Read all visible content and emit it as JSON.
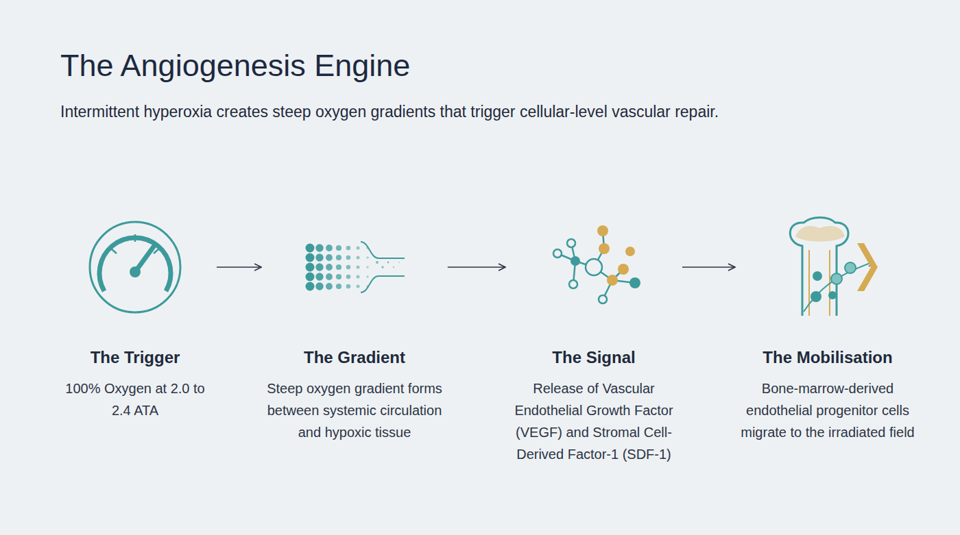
{
  "diagram": {
    "title": "The Angiogenesis Engine",
    "caption": "Intermittent hyperoxia creates steep oxygen gradients that trigger cellular-level vascular repair.",
    "nodes": [
      {
        "text": [
          "The Trigger",
          "100% Oxygen at 2.0 to 2.4 ATA"
        ]
      },
      {
        "text": [
          "The Gradient",
          "Steep oxygen gradient forms between systemic circulation and hypoxic tissue"
        ]
      },
      {
        "text": [
          "The Signal",
          "Release of Vascular Endothelial Growth Factor (VEGF) and Stromal Cell-Derived Factor-1 (SDF-1)"
        ]
      },
      {
        "text": [
          "The Mobilisation",
          "Bone-marrow-derived endothelial progenitor cells migrate to the irradiated field"
        ]
      }
    ],
    "edges": [
      {
        "from": 0,
        "to": 1,
        "arrow": "to"
      },
      {
        "from": 1,
        "to": 2,
        "arrow": "to"
      },
      {
        "from": 2,
        "to": 3,
        "arrow": "to"
      }
    ]
  }
}
